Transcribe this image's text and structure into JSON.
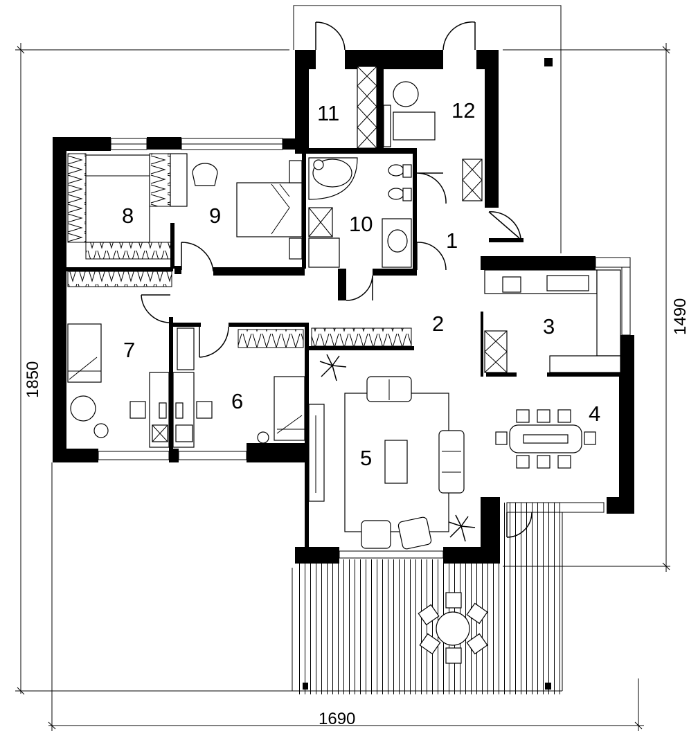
{
  "rooms": [
    {
      "id": "1",
      "label": "1"
    },
    {
      "id": "2",
      "label": "2"
    },
    {
      "id": "3",
      "label": "3"
    },
    {
      "id": "4",
      "label": "4"
    },
    {
      "id": "5",
      "label": "5"
    },
    {
      "id": "6",
      "label": "6"
    },
    {
      "id": "7",
      "label": "7"
    },
    {
      "id": "8",
      "label": "8"
    },
    {
      "id": "9",
      "label": "9"
    },
    {
      "id": "10",
      "label": "10"
    },
    {
      "id": "11",
      "label": "11"
    },
    {
      "id": "12",
      "label": "12"
    }
  ],
  "dimensions": {
    "width": "1690",
    "depth": "1850",
    "right_depth": "1490"
  }
}
